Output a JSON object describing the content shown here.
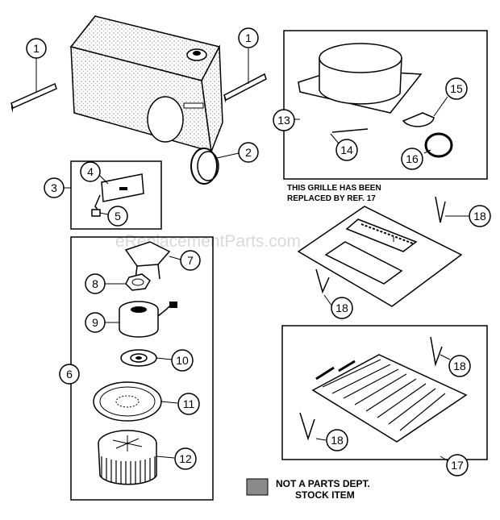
{
  "watermark": "eReplacementParts.com",
  "grille_note": {
    "line1": "THIS GRILLE HAS BEEN",
    "line2": "REPLACED BY REF. 17"
  },
  "legend": {
    "line1": "NOT A PARTS DEPT.",
    "line2": "STOCK ITEM",
    "swatch_color": "#8a8a8a"
  },
  "callouts": {
    "c1a": "1",
    "c1b": "1",
    "c2": "2",
    "c3": "3",
    "c4": "4",
    "c5": "5",
    "c6": "6",
    "c7": "7",
    "c8": "8",
    "c9": "9",
    "c10": "10",
    "c11": "11",
    "c12": "12",
    "c13": "13",
    "c14": "14",
    "c15": "15",
    "c16": "16",
    "c17": "17",
    "c18a": "18",
    "c18b": "18",
    "c18c": "18",
    "c18d": "18"
  }
}
